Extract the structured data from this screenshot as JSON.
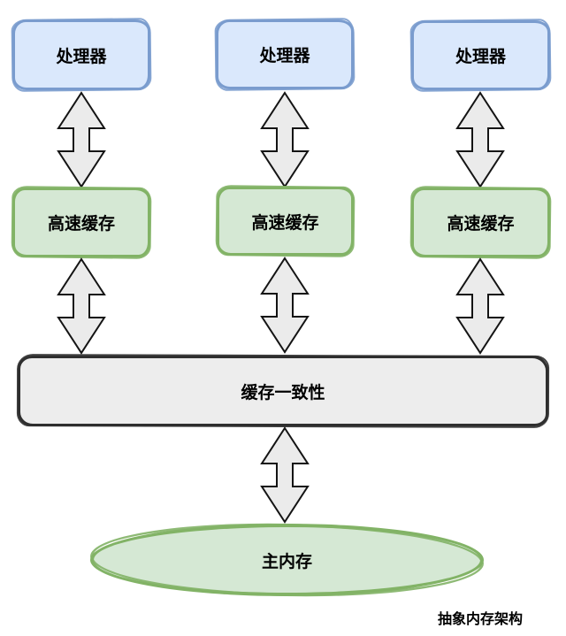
{
  "diagram": {
    "caption": "抽象内存架构",
    "processors": [
      "处理器",
      "处理器",
      "处理器"
    ],
    "caches": [
      "高速缓存",
      "高速缓存",
      "高速缓存"
    ],
    "coherence_label": "缓存一致性",
    "main_memory_label": "主内存",
    "connector": "bidirectional-arrow",
    "colors": {
      "processor_fill": "#dae8fc",
      "processor_stroke": "#7a9cce",
      "cache_fill": "#d5e8d4",
      "cache_stroke": "#82b366",
      "coherence_fill": "#ededed",
      "coherence_stroke": "#2f2f2f",
      "memory_fill": "#d5e8d4",
      "memory_stroke": "#82b366",
      "arrow_fill": "#ebebeb",
      "arrow_stroke": "#141414",
      "text_color": "#000000"
    }
  }
}
